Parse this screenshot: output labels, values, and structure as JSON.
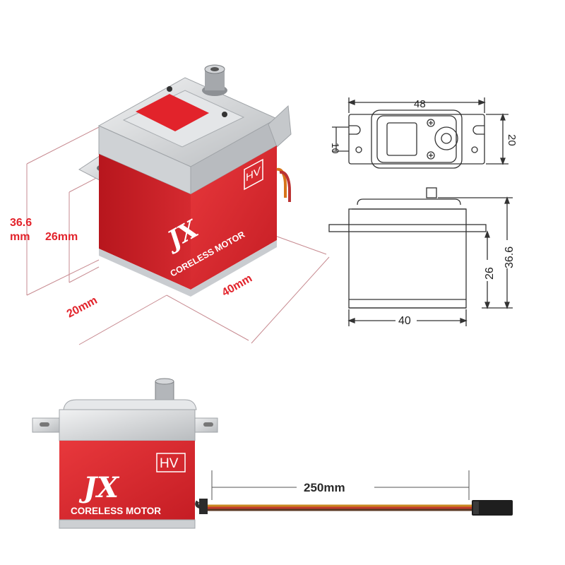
{
  "iso_view": {
    "label_height_total": "36.6",
    "label_height_unit": "mm",
    "label_height_body": "26mm",
    "label_width": "20mm",
    "label_length": "40mm",
    "hv_badge": "HV",
    "motor_text": "CORELESS MOTOR",
    "brand_mark": "JX"
  },
  "top_view": {
    "dim_length": "48",
    "dim_slot": "10",
    "dim_width": "20"
  },
  "side_view": {
    "dim_body_width": "40",
    "dim_body_height": "26",
    "dim_total_height": "36.6"
  },
  "lower_view": {
    "hv_badge": "HV",
    "motor_text": "CORELESS MOTOR",
    "brand_mark": "JX",
    "cable_length": "250mm"
  },
  "colors": {
    "red": "#e2232b",
    "silver": "#d6d8da",
    "line": "#b3505a"
  }
}
